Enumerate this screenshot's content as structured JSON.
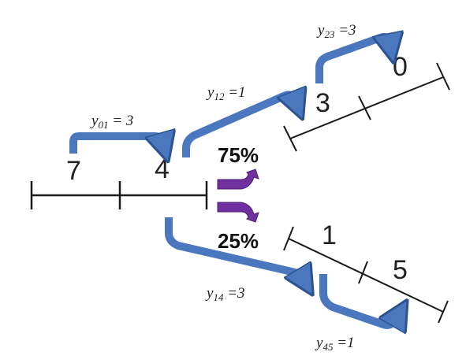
{
  "diagram": {
    "top_branch": {
      "percent": "75%"
    },
    "bottom_branch": {
      "percent": "25%"
    },
    "values": {
      "n7": "7",
      "n4": "4",
      "n3": "3",
      "n0": "0",
      "n1": "1",
      "n5": "5"
    },
    "labels": {
      "y01": {
        "base": "y",
        "sub": "01",
        "eq": " = 3"
      },
      "y12": {
        "base": "y",
        "sub": "12",
        "eq": " =1"
      },
      "y23": {
        "base": "y",
        "sub": "23",
        "eq": " =3"
      },
      "y14": {
        "base": "y",
        "sub": "14",
        "eq": " =3"
      },
      "y45": {
        "base": "y",
        "sub": "45",
        "eq": " =1"
      }
    },
    "colors": {
      "arrow_fill": "#4a77be",
      "arrow_stroke": "#2c538f",
      "split_fill": "#7030a0",
      "line": "#1a1a1a"
    }
  }
}
